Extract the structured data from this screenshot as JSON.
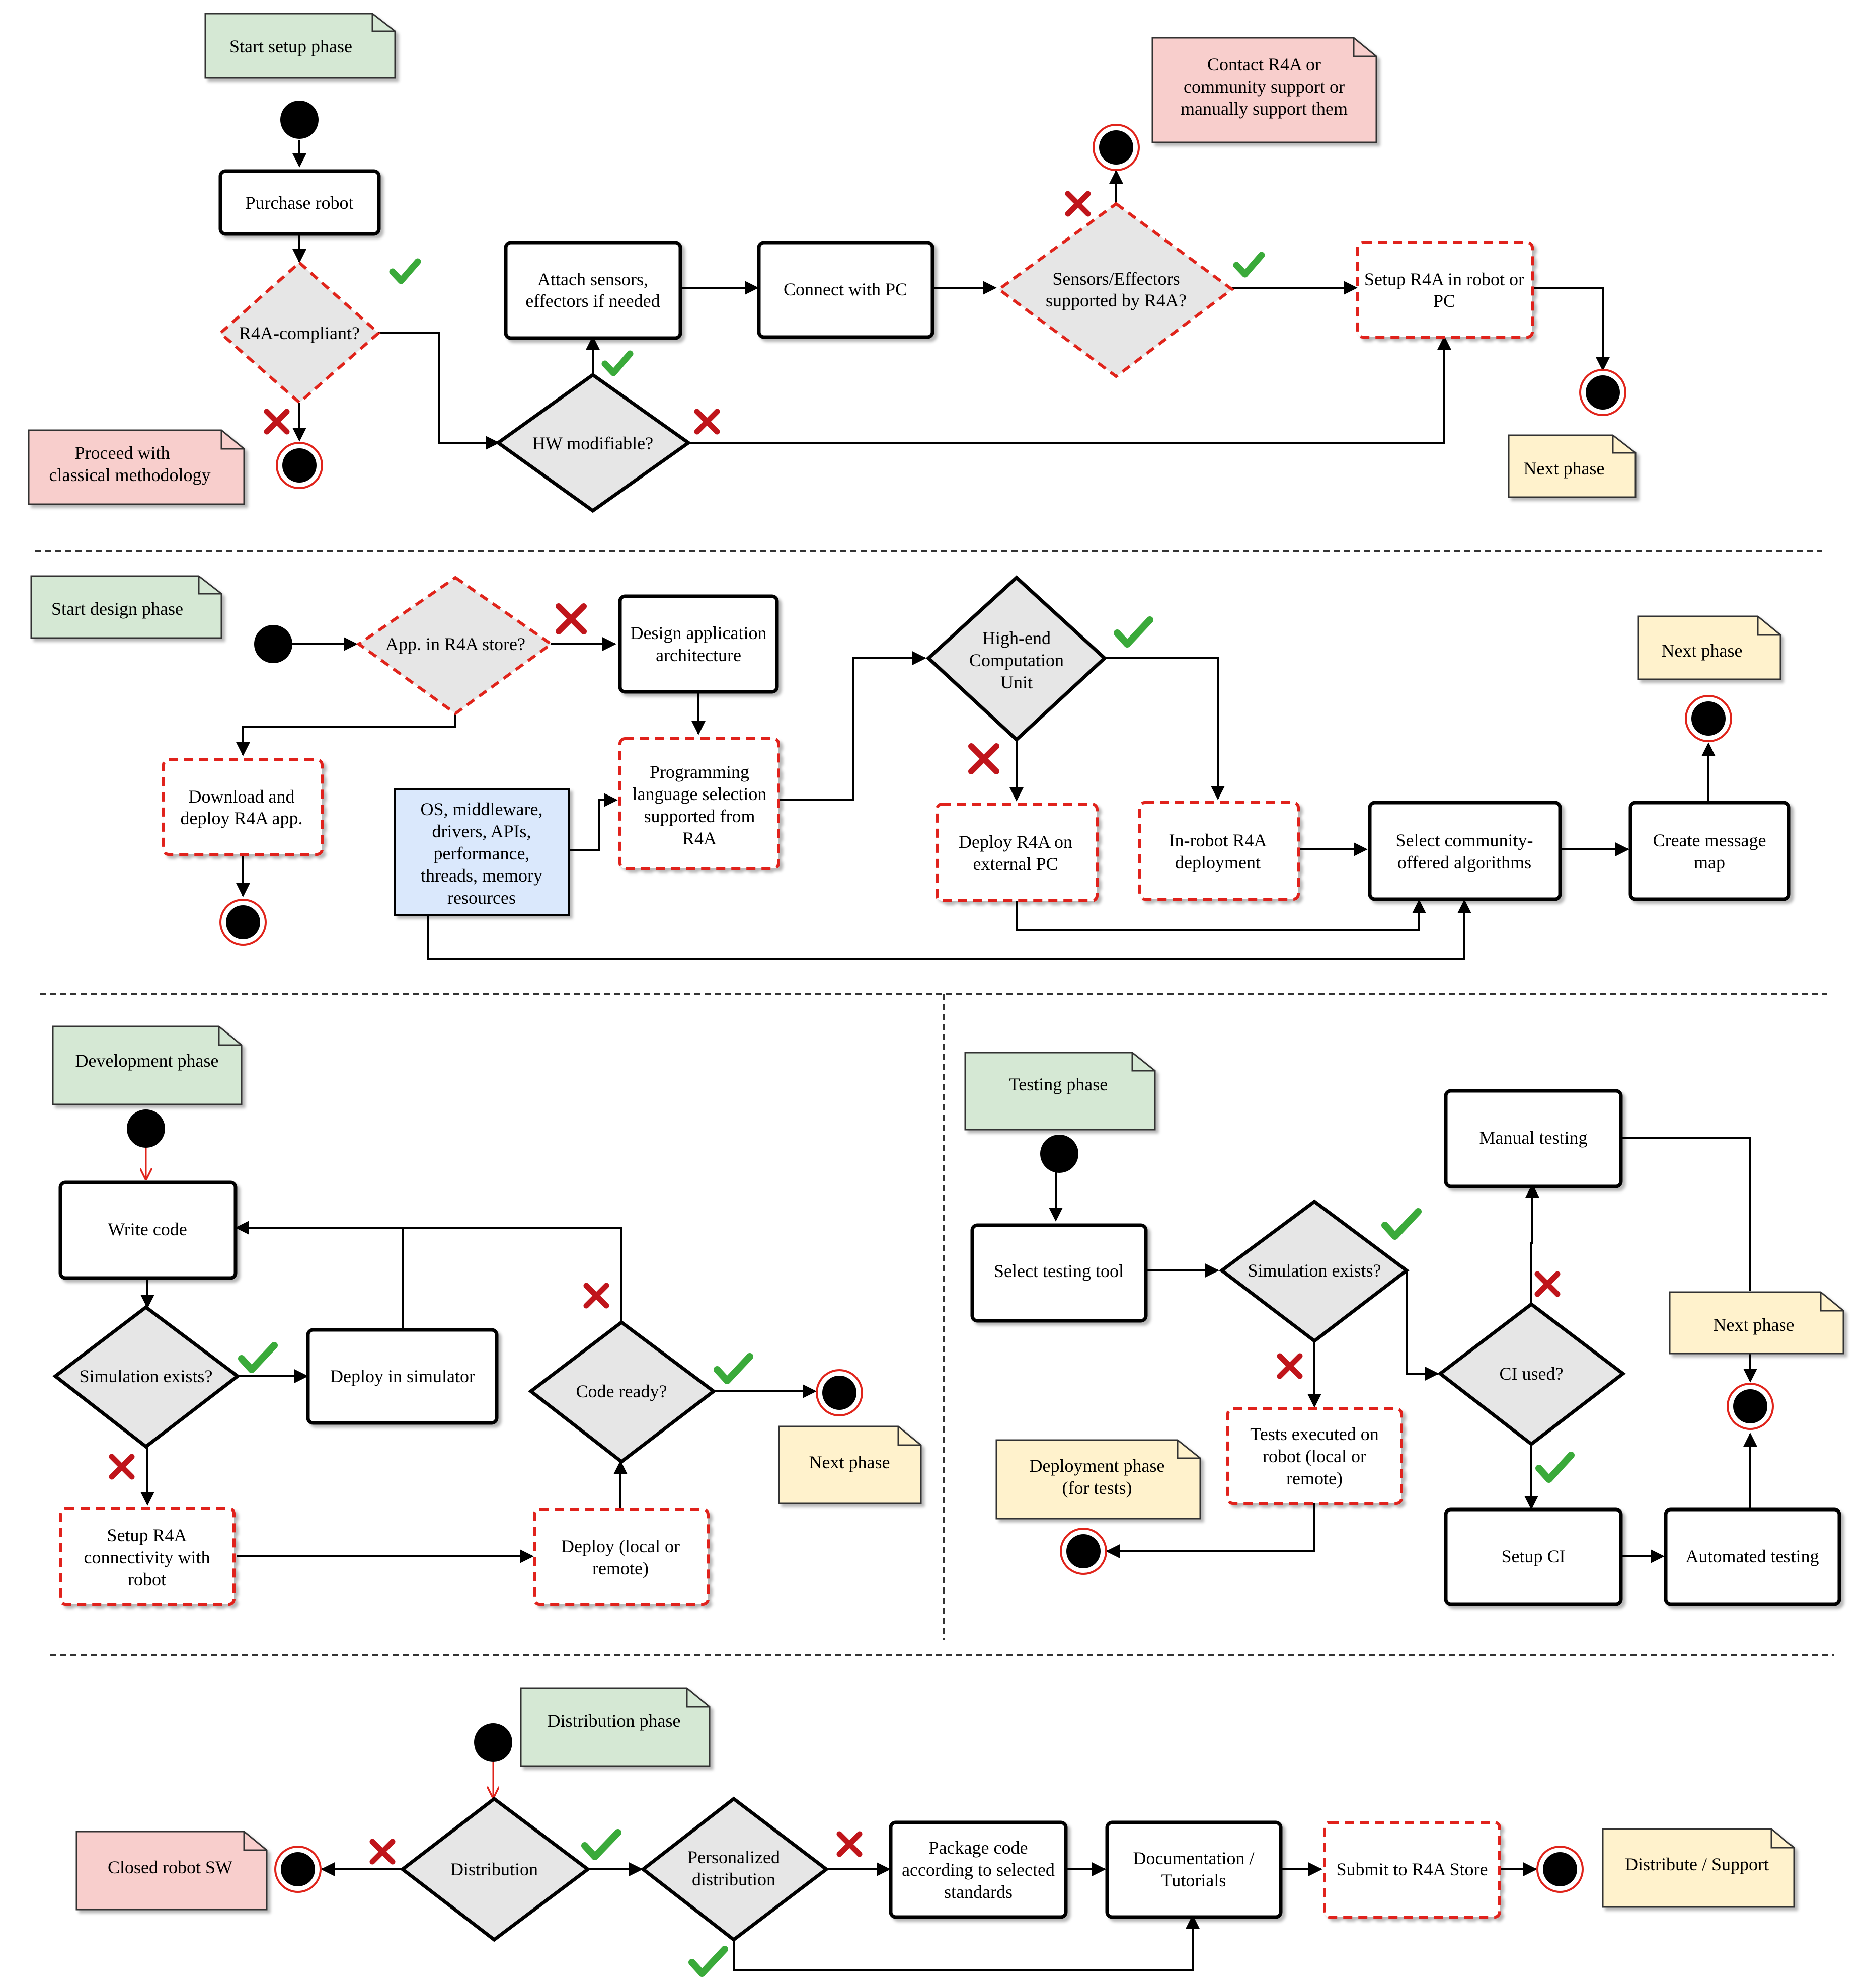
{
  "colors": {
    "note_green": "#d5e8d4",
    "note_red": "#f8cecc",
    "note_yellow": "#fff2cc",
    "note_blue": "#dae8fc",
    "decision_fill": "#e6e6e6",
    "dashed_stroke": "#e0241b",
    "check": "#3aaa3a",
    "cross": "#c0151b"
  },
  "setup": {
    "note_start": "Start setup phase",
    "purchase": "Purchase robot",
    "compliant": "R4A-compliant?",
    "proceed": [
      "Proceed with",
      "classical methodology"
    ],
    "hw": "HW modifiable?",
    "attach": [
      "Attach sensors,",
      "effectors if needed"
    ],
    "connect": "Connect with PC",
    "sensors": [
      "Sensors/Effectors",
      "supported by R4A?"
    ],
    "contact": [
      "Contact R4A or",
      "community support or",
      "manually support them"
    ],
    "setup_r4a": [
      "Setup R4A in robot or",
      "PC"
    ],
    "next": "Next phase"
  },
  "design": {
    "note_start": "Start design phase",
    "app_store": "App. in R4A store?",
    "design_arch": [
      "Design application",
      "architecture"
    ],
    "download": [
      "Download and",
      "deploy R4A app."
    ],
    "os": [
      "OS, middleware,",
      "drivers, APIs,",
      "performance,",
      "threads, memory",
      "resources"
    ],
    "prog": [
      "Programming",
      "language selection",
      "supported from",
      "R4A"
    ],
    "hecu": [
      "High-end",
      "Computation",
      "Unit"
    ],
    "deploy_ext": [
      "Deploy R4A on",
      "external PC"
    ],
    "inrobot": [
      "In-robot R4A",
      "deployment"
    ],
    "select_comm": [
      "Select community-",
      "offered algorithms"
    ],
    "create_msg": [
      "Create message",
      "map"
    ],
    "next": "Next phase"
  },
  "development": {
    "note_start": "Development phase",
    "write": "Write code",
    "sim": "Simulation exists?",
    "deploy_sim": "Deploy in simulator",
    "setup_conn": [
      "Setup R4A",
      "connectivity with",
      "robot"
    ],
    "deploy_local": [
      "Deploy (local or",
      "remote)"
    ],
    "ready": "Code ready?",
    "next": "Next phase"
  },
  "testing": {
    "note_start": "Testing phase",
    "select_tool": "Select testing tool",
    "sim": "Simulation exists?",
    "manual": "Manual testing",
    "ci": "CI used?",
    "tests_exec": [
      "Tests executed on",
      "robot (local or",
      "remote)"
    ],
    "deploy_phase": [
      "Deployment phase",
      "(for tests)"
    ],
    "setup_ci": "Setup CI",
    "automated": "Automated testing",
    "next": "Next phase"
  },
  "distribution": {
    "note_start": "Distribution phase",
    "closed": "Closed robot SW",
    "dist": "Distribution",
    "personalized": [
      "Personalized",
      "distribution"
    ],
    "package": [
      "Package code",
      "according to selected",
      "standards"
    ],
    "docs": [
      "Documentation /",
      "Tutorials"
    ],
    "submit": "Submit to R4A Store",
    "distribute": "Distribute / Support"
  }
}
